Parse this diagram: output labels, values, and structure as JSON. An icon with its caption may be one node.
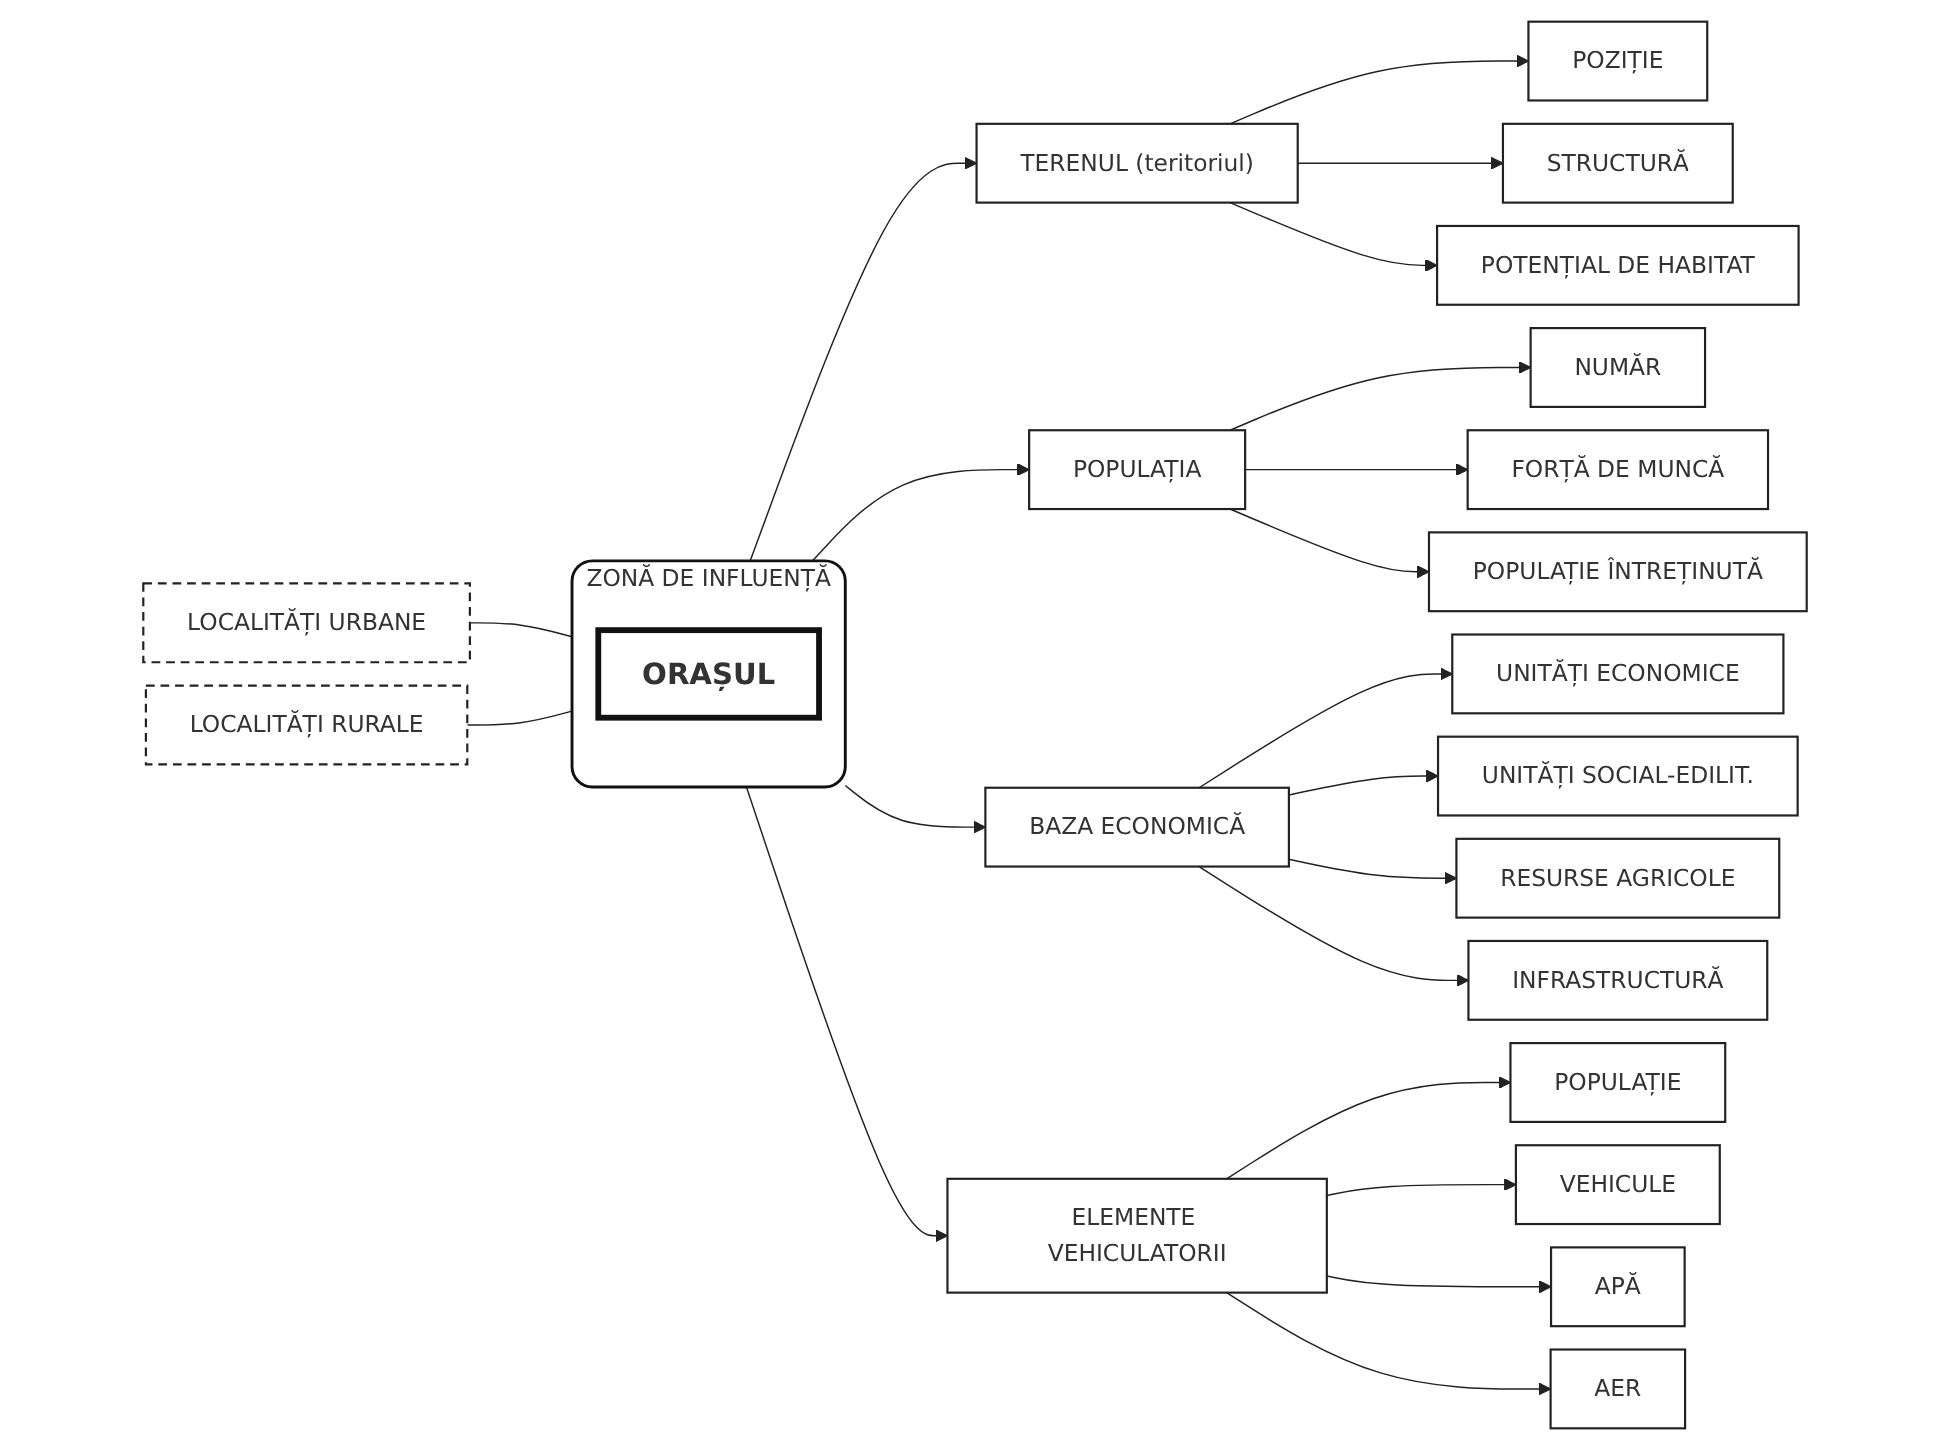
{
  "diagram": {
    "nodes": [
      {
        "text": [
          "LOCALITĂȚI URBANE"
        ]
      },
      {
        "text": [
          "POZIȚIE"
        ]
      },
      {
        "text": [
          "NUMĂR"
        ]
      },
      {
        "text": [
          "TERENUL (teritoriul)"
        ]
      },
      {
        "text": [
          "POPULAȚIA"
        ]
      },
      {
        "text": [
          "STRUCTURĂ"
        ]
      },
      {
        "text": [
          "POTENȚIAL DE HABITAT"
        ]
      },
      {
        "text": [
          "FORȚĂ DE MUNCĂ"
        ]
      },
      {
        "text": [
          "POPULAȚIE ÎNTREȚINUTĂ"
        ]
      },
      {
        "text": [
          "ZONĂ DE INFLUENȚĂ"
        ]
      },
      {
        "text": [
          "ORAȘUL"
        ],
        "in": 9
      },
      {
        "text": [
          "UNITĂȚI ECONOMICE"
        ]
      },
      {
        "text": [
          "UNITĂȚI SOCIAL-EDILIT."
        ]
      },
      {
        "text": [
          "POPULAȚIE"
        ]
      },
      {
        "text": [
          "VEHICULE"
        ]
      },
      {
        "text": [
          "BAZA ECONOMICĂ"
        ]
      },
      {
        "text": [
          "ELEMENTE VEHICULATORII"
        ]
      },
      {
        "text": [
          "RESURSE AGRICOLE"
        ]
      },
      {
        "text": [
          "INFRASTRUCTURĂ"
        ]
      },
      {
        "text": [
          "APĂ"
        ]
      },
      {
        "text": [
          "AER"
        ]
      },
      {
        "text": [
          "LOCALITĂȚI RURALE"
        ]
      }
    ],
    "edges": [
      {
        "from": 9,
        "to": 0,
        "arrow": "none"
      },
      {
        "from": 9,
        "to": 3,
        "arrow": "to"
      },
      {
        "from": 9,
        "to": 4,
        "arrow": "to"
      },
      {
        "from": 3,
        "to": 1,
        "arrow": "to"
      },
      {
        "from": 4,
        "to": 2,
        "arrow": "to"
      },
      {
        "from": 3,
        "to": 5,
        "arrow": "to"
      },
      {
        "from": 3,
        "to": 6,
        "arrow": "to"
      },
      {
        "from": 4,
        "to": 7,
        "arrow": "to"
      },
      {
        "from": 4,
        "to": 8,
        "arrow": "to"
      },
      {
        "from": 9,
        "to": 15,
        "arrow": "to"
      },
      {
        "from": 9,
        "to": 16,
        "arrow": "to"
      },
      {
        "from": 15,
        "to": 11,
        "arrow": "to"
      },
      {
        "from": 15,
        "to": 12,
        "arrow": "to"
      },
      {
        "from": 15,
        "to": 17,
        "arrow": "to"
      },
      {
        "from": 15,
        "to": 18,
        "arrow": "to"
      },
      {
        "from": 16,
        "to": 13,
        "arrow": "to"
      },
      {
        "from": 16,
        "to": 14,
        "arrow": "to"
      },
      {
        "from": 16,
        "to": 19,
        "arrow": "to"
      },
      {
        "from": 16,
        "to": 20,
        "arrow": "to"
      },
      {
        "from": 9,
        "to": 21,
        "arrow": "none"
      }
    ]
  }
}
